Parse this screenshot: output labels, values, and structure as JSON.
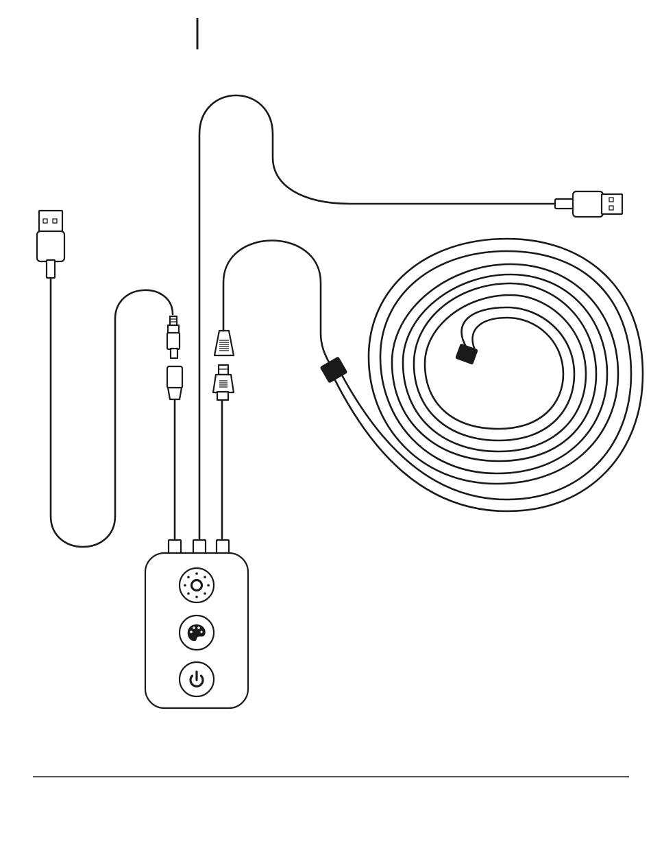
{
  "diagram": {
    "kind": "usb-led-strip-kit",
    "ink_color": "#1a1a1a",
    "background_color": "#ffffff",
    "components": {
      "controller": {
        "buttons": [
          {
            "id": "brightness",
            "icon": "sun-icon"
          },
          {
            "id": "color",
            "icon": "palette-icon"
          },
          {
            "id": "power",
            "icon": "power-icon"
          }
        ],
        "port_count": 3
      },
      "usb_plugs": [
        {
          "id": "usb-left",
          "icon": "usb-plug-icon",
          "orientation": "up"
        },
        {
          "id": "usb-right",
          "icon": "usb-plug-icon",
          "orientation": "right"
        }
      ],
      "connectors": [
        {
          "id": "barrel-connector",
          "icon": "barrel-plug-icon"
        },
        {
          "id": "strip-connector",
          "icon": "strip-plug-icon"
        }
      ],
      "led_strip": {
        "shape": "coil",
        "end_cap": "black"
      }
    }
  }
}
